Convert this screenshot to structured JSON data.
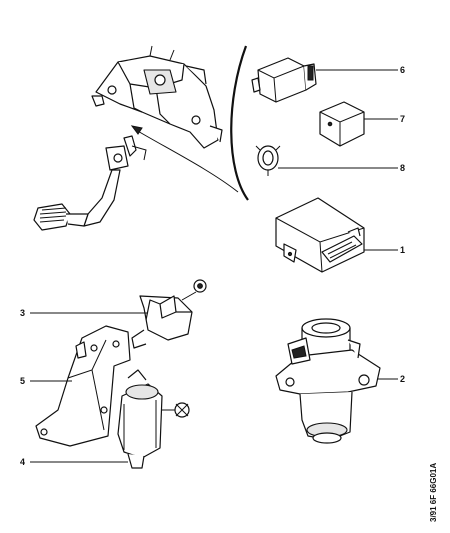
{
  "callouts": {
    "c1": "1",
    "c2": "2",
    "c3": "3",
    "c4": "4",
    "c5": "5",
    "c6": "6",
    "c7": "7",
    "c8": "8"
  },
  "reference_code": "3/91  6F  66G01A"
}
